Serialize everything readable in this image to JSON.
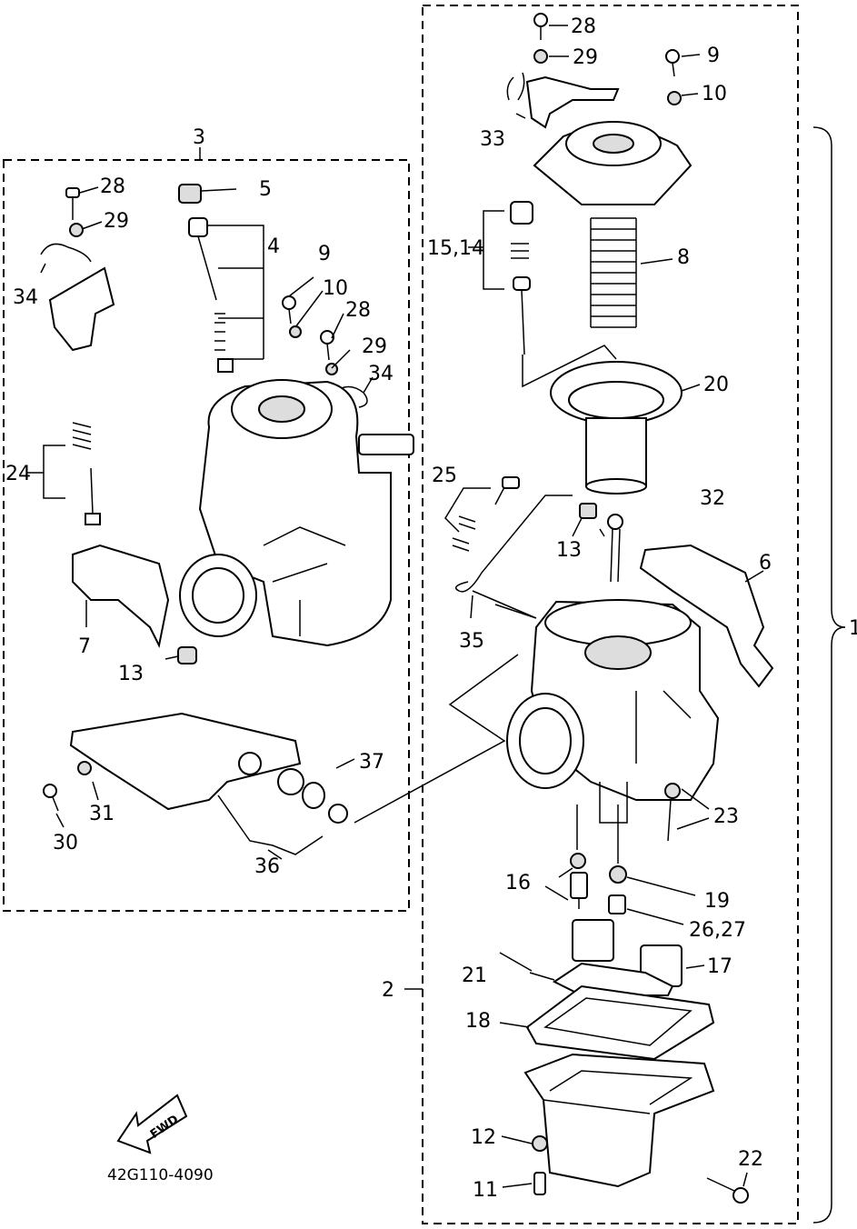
{
  "diagram": {
    "part_code": "42G110-4090",
    "forward_label": "FWD",
    "group_labels": {
      "assembly_1": "1",
      "assembly_2": "2",
      "assembly_3": "3"
    },
    "labels_left": {
      "n28": "28",
      "n29": "29",
      "n34a": "34",
      "n5": "5",
      "n4": "4",
      "n9": "9",
      "n10": "10",
      "n28b": "28",
      "n29b": "29",
      "n34b": "34",
      "n24": "24",
      "n7": "7",
      "n13": "13",
      "n37": "37",
      "n31": "31",
      "n30": "30",
      "n36": "36"
    },
    "labels_right": {
      "n28": "28",
      "n29": "29",
      "n9": "9",
      "n10": "10",
      "n33": "33",
      "n15_14": "15,14",
      "n8": "8",
      "n20": "20",
      "n25": "25",
      "n32": "32",
      "n13": "13",
      "n6": "6",
      "n35": "35",
      "n23": "23",
      "n16": "16",
      "n19": "19",
      "n26_27": "26,27",
      "n21": "21",
      "n17": "17",
      "n18": "18",
      "n12": "12",
      "n22": "22",
      "n11": "11"
    }
  }
}
